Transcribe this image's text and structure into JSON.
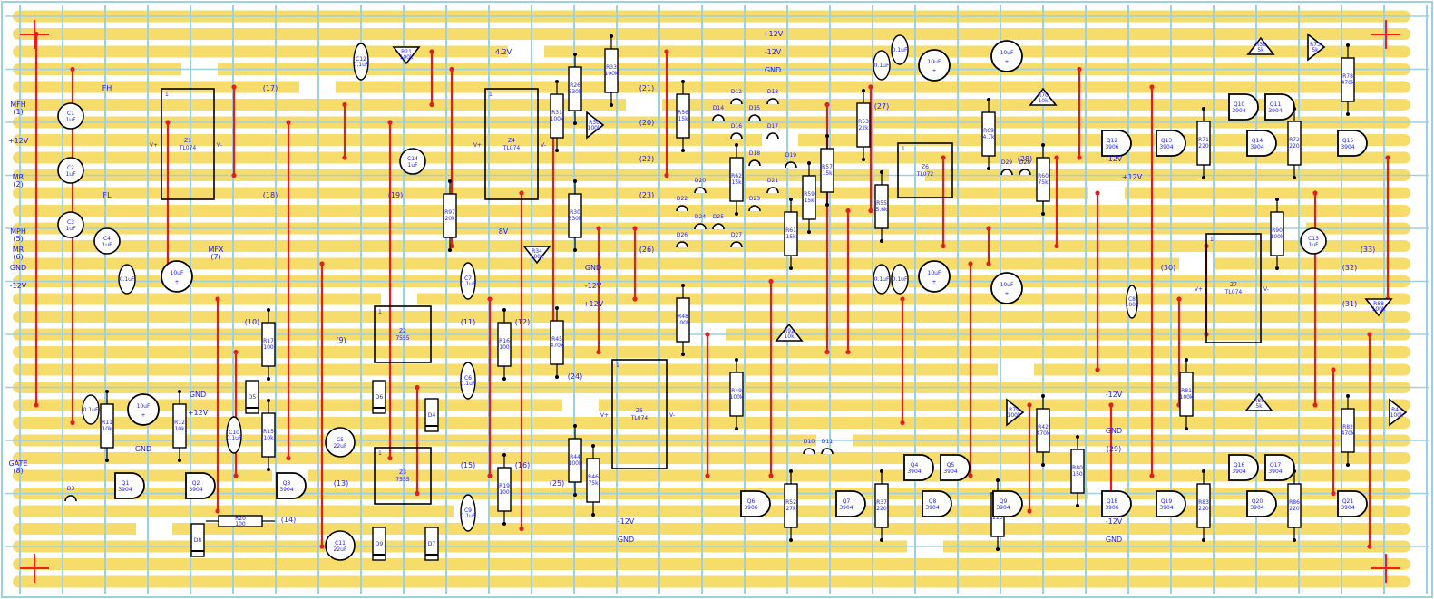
{
  "title": "",
  "colors": {
    "background": "#ffffff",
    "strip": "#f6dc6b",
    "grid": "#9fd0e0",
    "link": "#e02020",
    "pad": "#e02020",
    "body": "#000000",
    "text": "#1a1aff",
    "marker": "#ff1a1a"
  },
  "left_labels": [
    {
      "text": "MFH",
      "sub": "(1)"
    },
    {
      "text": "+12V",
      "sub": ""
    },
    {
      "text": "MR",
      "sub": "(2)"
    },
    {
      "text": "MPH",
      "sub": "(5)"
    },
    {
      "text": "MR",
      "sub": "(6)"
    },
    {
      "text": "GND",
      "sub": ""
    },
    {
      "text": "-12V",
      "sub": ""
    },
    {
      "text": "GATE",
      "sub": "(8)"
    }
  ],
  "rail_labels": [
    "+12V",
    "-12V",
    "GND",
    "4.2V",
    "8V",
    "GND",
    "-12V",
    "+12V",
    "GND",
    "GND",
    "-12V",
    "+12V",
    "-12V",
    "GND",
    "-12V",
    "GND",
    "+12V",
    "-12V",
    "GND",
    "FH",
    "FL",
    "MFX"
  ],
  "net_labels": [
    "(17)",
    "(18)",
    "(19)",
    "(21)",
    "(20)",
    "(22)",
    "(23)",
    "(26)",
    "(10)",
    "(9)",
    "(11)",
    "(12)",
    "(24)",
    "(25)",
    "(15)",
    "(16)",
    "(13)",
    "(14)",
    "(27)",
    "(28)",
    "(29)",
    "(30)",
    "(31)",
    "(32)",
    "(33)",
    "(7)"
  ],
  "ics": [
    {
      "name": "Z1",
      "type": "TL074"
    },
    {
      "name": "Z4",
      "type": "TL074"
    },
    {
      "name": "Z2",
      "type": "7555"
    },
    {
      "name": "Z3",
      "type": "7555"
    },
    {
      "name": "Z5",
      "type": "TL074"
    },
    {
      "name": "Z6",
      "type": "TL072"
    },
    {
      "name": "Z7",
      "type": "TL074"
    }
  ],
  "resistors": [
    {
      "name": "R11",
      "value": "10k"
    },
    {
      "name": "R12",
      "value": "10k"
    },
    {
      "name": "R17",
      "value": "100"
    },
    {
      "name": "R15",
      "value": "10k"
    },
    {
      "name": "R20",
      "value": "100"
    },
    {
      "name": "R97",
      "value": "20k"
    },
    {
      "name": "R16",
      "value": "100"
    },
    {
      "name": "R19",
      "value": "100"
    },
    {
      "name": "R45",
      "value": "470k"
    },
    {
      "name": "R44",
      "value": "100k"
    },
    {
      "name": "R46",
      "value": "75k"
    },
    {
      "name": "R31",
      "value": "100k"
    },
    {
      "name": "R30",
      "value": "330k"
    },
    {
      "name": "R26",
      "value": "330k"
    },
    {
      "name": "R33",
      "value": "100k"
    },
    {
      "name": "R56",
      "value": "15k"
    },
    {
      "name": "R48",
      "value": "100k"
    },
    {
      "name": "R49",
      "value": "100k"
    },
    {
      "name": "R62",
      "value": "15k"
    },
    {
      "name": "R61",
      "value": "15k"
    },
    {
      "name": "R59",
      "value": "15k"
    },
    {
      "name": "R57",
      "value": "15k"
    },
    {
      "name": "R53",
      "value": "22k"
    },
    {
      "name": "R55",
      "value": "5.6k"
    },
    {
      "name": "R69",
      "value": "4.7k"
    },
    {
      "name": "R60",
      "value": "75k"
    },
    {
      "name": "R52",
      "value": "27k"
    },
    {
      "name": "R37",
      "value": "220"
    },
    {
      "name": "R41",
      "value": "220"
    },
    {
      "name": "R42",
      "value": "470k"
    },
    {
      "name": "R80",
      "value": "150"
    },
    {
      "name": "R71",
      "value": "220"
    },
    {
      "name": "R72",
      "value": "220"
    },
    {
      "name": "R78",
      "value": "470k"
    },
    {
      "name": "R90",
      "value": "100k"
    },
    {
      "name": "R81",
      "value": "100k"
    },
    {
      "name": "R82",
      "value": "470k"
    },
    {
      "name": "R86",
      "value": "220"
    },
    {
      "name": "R83",
      "value": "220"
    }
  ],
  "capacitors": [
    {
      "name": "C1",
      "value": "1uF"
    },
    {
      "name": "C2",
      "value": "1uF"
    },
    {
      "name": "C3",
      "value": "1uF"
    },
    {
      "name": "C4",
      "value": "1uF"
    },
    {
      "name": "C14",
      "value": "1uF"
    },
    {
      "name": "C5",
      "value": "22uF"
    },
    {
      "name": "C11",
      "value": "22uF"
    },
    {
      "name": "C13",
      "value": "1uF"
    },
    {
      "name": "C12",
      "value": "0.1uF"
    },
    {
      "name": "C7",
      "value": "0.1uF"
    },
    {
      "name": "C6",
      "value": "0.1uF"
    },
    {
      "name": "C9",
      "value": "0.1uF"
    },
    {
      "name": "C10",
      "value": "0.1uF"
    },
    {
      "name": "C8",
      "value": "100k"
    }
  ],
  "electrolytics": [
    "10uF",
    "10uF",
    "10uF",
    "10uF",
    "10uF",
    "10uF"
  ],
  "film_caps": [
    "0.1uF",
    "0.1uF",
    "0.1uF",
    "0.1uF",
    "0.1uF",
    "0.1uF"
  ],
  "transistors": [
    {
      "name": "Q1",
      "type": "3904"
    },
    {
      "name": "Q2",
      "type": "3904"
    },
    {
      "name": "Q3",
      "type": "3904"
    },
    {
      "name": "Q4",
      "type": "3904"
    },
    {
      "name": "Q5",
      "type": "3904"
    },
    {
      "name": "Q6",
      "type": "3906"
    },
    {
      "name": "Q7",
      "type": "3904"
    },
    {
      "name": "Q8",
      "type": "3904"
    },
    {
      "name": "Q9",
      "type": "3904"
    },
    {
      "name": "Q10",
      "type": "3904"
    },
    {
      "name": "Q11",
      "type": "3904"
    },
    {
      "name": "Q12",
      "type": "3906"
    },
    {
      "name": "Q13",
      "type": "3904"
    },
    {
      "name": "Q14",
      "type": "3904"
    },
    {
      "name": "Q15",
      "type": "3904"
    },
    {
      "name": "Q16",
      "type": "3904"
    },
    {
      "name": "Q17",
      "type": "3904"
    },
    {
      "name": "Q18",
      "type": "3906"
    },
    {
      "name": "Q19",
      "type": "3904"
    },
    {
      "name": "Q20",
      "type": "3904"
    },
    {
      "name": "Q21",
      "type": "3904"
    }
  ],
  "diodes": [
    "D3",
    "D4",
    "D5",
    "D6",
    "D7",
    "D8",
    "D9",
    "D10",
    "D11",
    "D12",
    "D13",
    "D14",
    "D15",
    "D16",
    "D17",
    "D18",
    "D19",
    "D20",
    "D21",
    "D22",
    "D23",
    "D24",
    "D25",
    "D26",
    "D27",
    "D28",
    "D29"
  ],
  "trimmers": [
    {
      "name": "R21",
      "value": "100k"
    },
    {
      "name": "R34",
      "value": "100k"
    },
    {
      "name": "R36",
      "value": "100k"
    },
    {
      "name": "R38",
      "value": "5k"
    },
    {
      "name": "R43",
      "value": "100k"
    },
    {
      "name": "R70",
      "value": "10k"
    },
    {
      "name": "R73",
      "value": "5k"
    },
    {
      "name": "R79",
      "value": "100k"
    },
    {
      "name": "R85",
      "value": "5k"
    },
    {
      "name": "R88",
      "value": "100k"
    },
    {
      "name": "R92",
      "value": "10k"
    }
  ],
  "chart_data": {
    "type": "stripboard-layout",
    "strip_count": 34,
    "column_count": 17,
    "ic_count": 7
  }
}
